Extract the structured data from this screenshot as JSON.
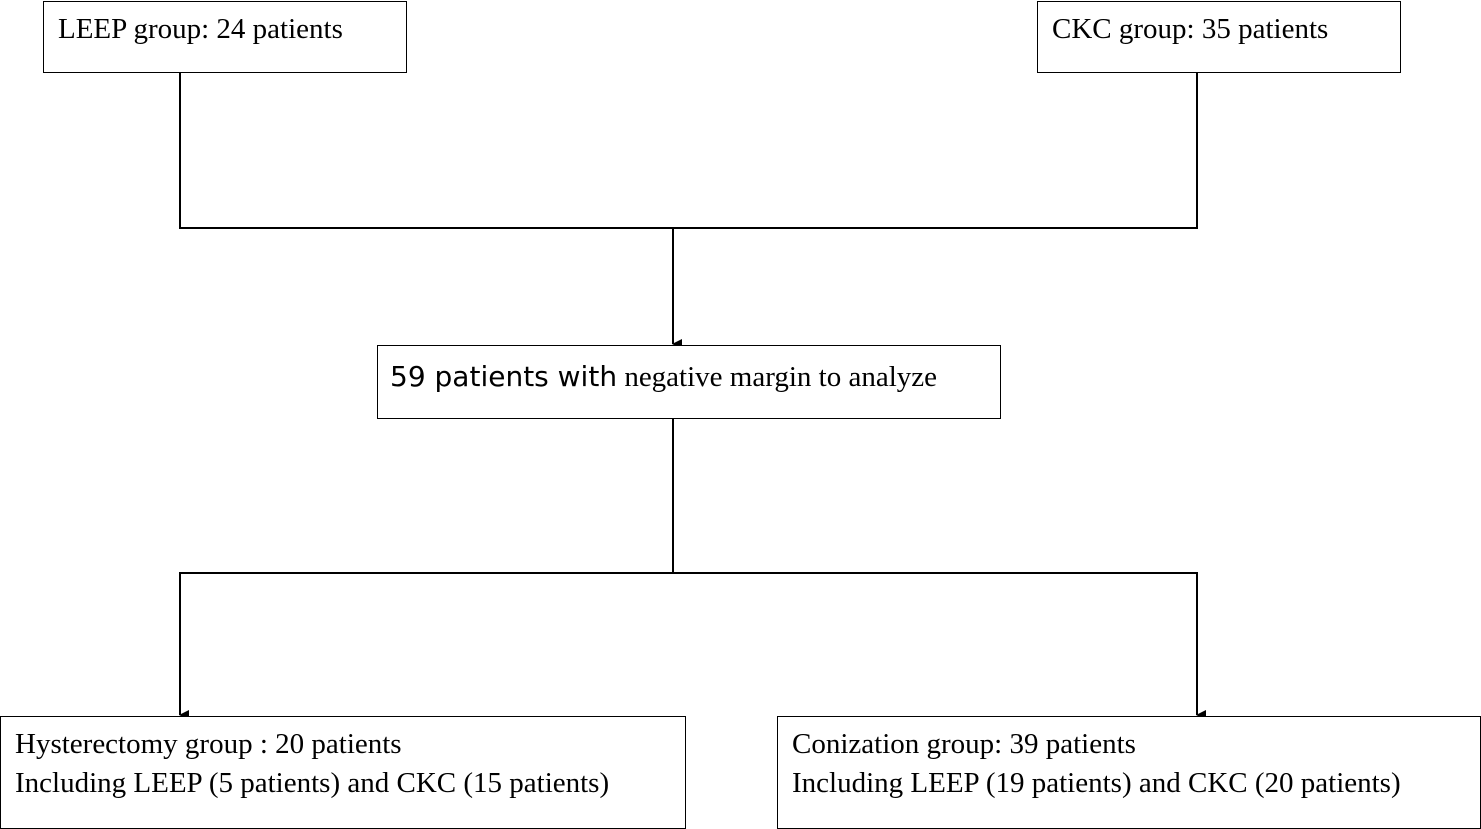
{
  "flowchart": {
    "top_left": {
      "text": "LEEP group: 24 patients"
    },
    "top_right": {
      "text": "CKC group: 35 patients"
    },
    "center": {
      "text_part1": "59 patients with",
      "text_part2": "negative margin to analyze"
    },
    "bottom_left": {
      "line1": "Hysterectomy group : 20 patients",
      "line2": "Including LEEP (5 patients) and CKC (15 patients)"
    },
    "bottom_right": {
      "line1": "Conization group: 39 patients",
      "line2": "Including LEEP (19 patients) and CKC (20 patients)"
    }
  }
}
